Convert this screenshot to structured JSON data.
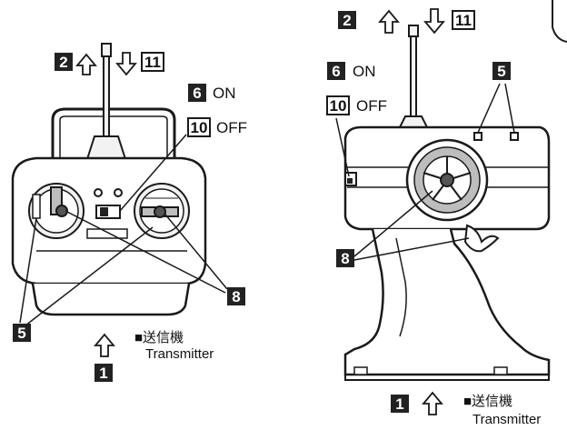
{
  "colors": {
    "line": "#1a1a1a",
    "fill_light": "#f2f2f2",
    "fill_mid": "#bdbdbd",
    "fill_dark": "#555555",
    "badge_dark": "#222222"
  },
  "left": {
    "badge_antenna_up": "2",
    "badge_antenna_down": "11",
    "badge_on": "6",
    "on_label": "ON",
    "badge_off": "10",
    "off_label": "OFF",
    "badge_trim": "8",
    "badge_battery": "5",
    "badge_transmitter": "1",
    "transmitter_jp": "■送信機",
    "transmitter_en": "Transmitter"
  },
  "right": {
    "badge_antenna_up": "2",
    "badge_antenna_down": "11",
    "badge_on": "6",
    "on_label": "ON",
    "badge_off": "10",
    "off_label": "OFF",
    "badge_battery": "5",
    "badge_trim": "8",
    "badge_transmitter": "1",
    "transmitter_jp": "■送信機",
    "transmitter_en": "Transmitter"
  }
}
